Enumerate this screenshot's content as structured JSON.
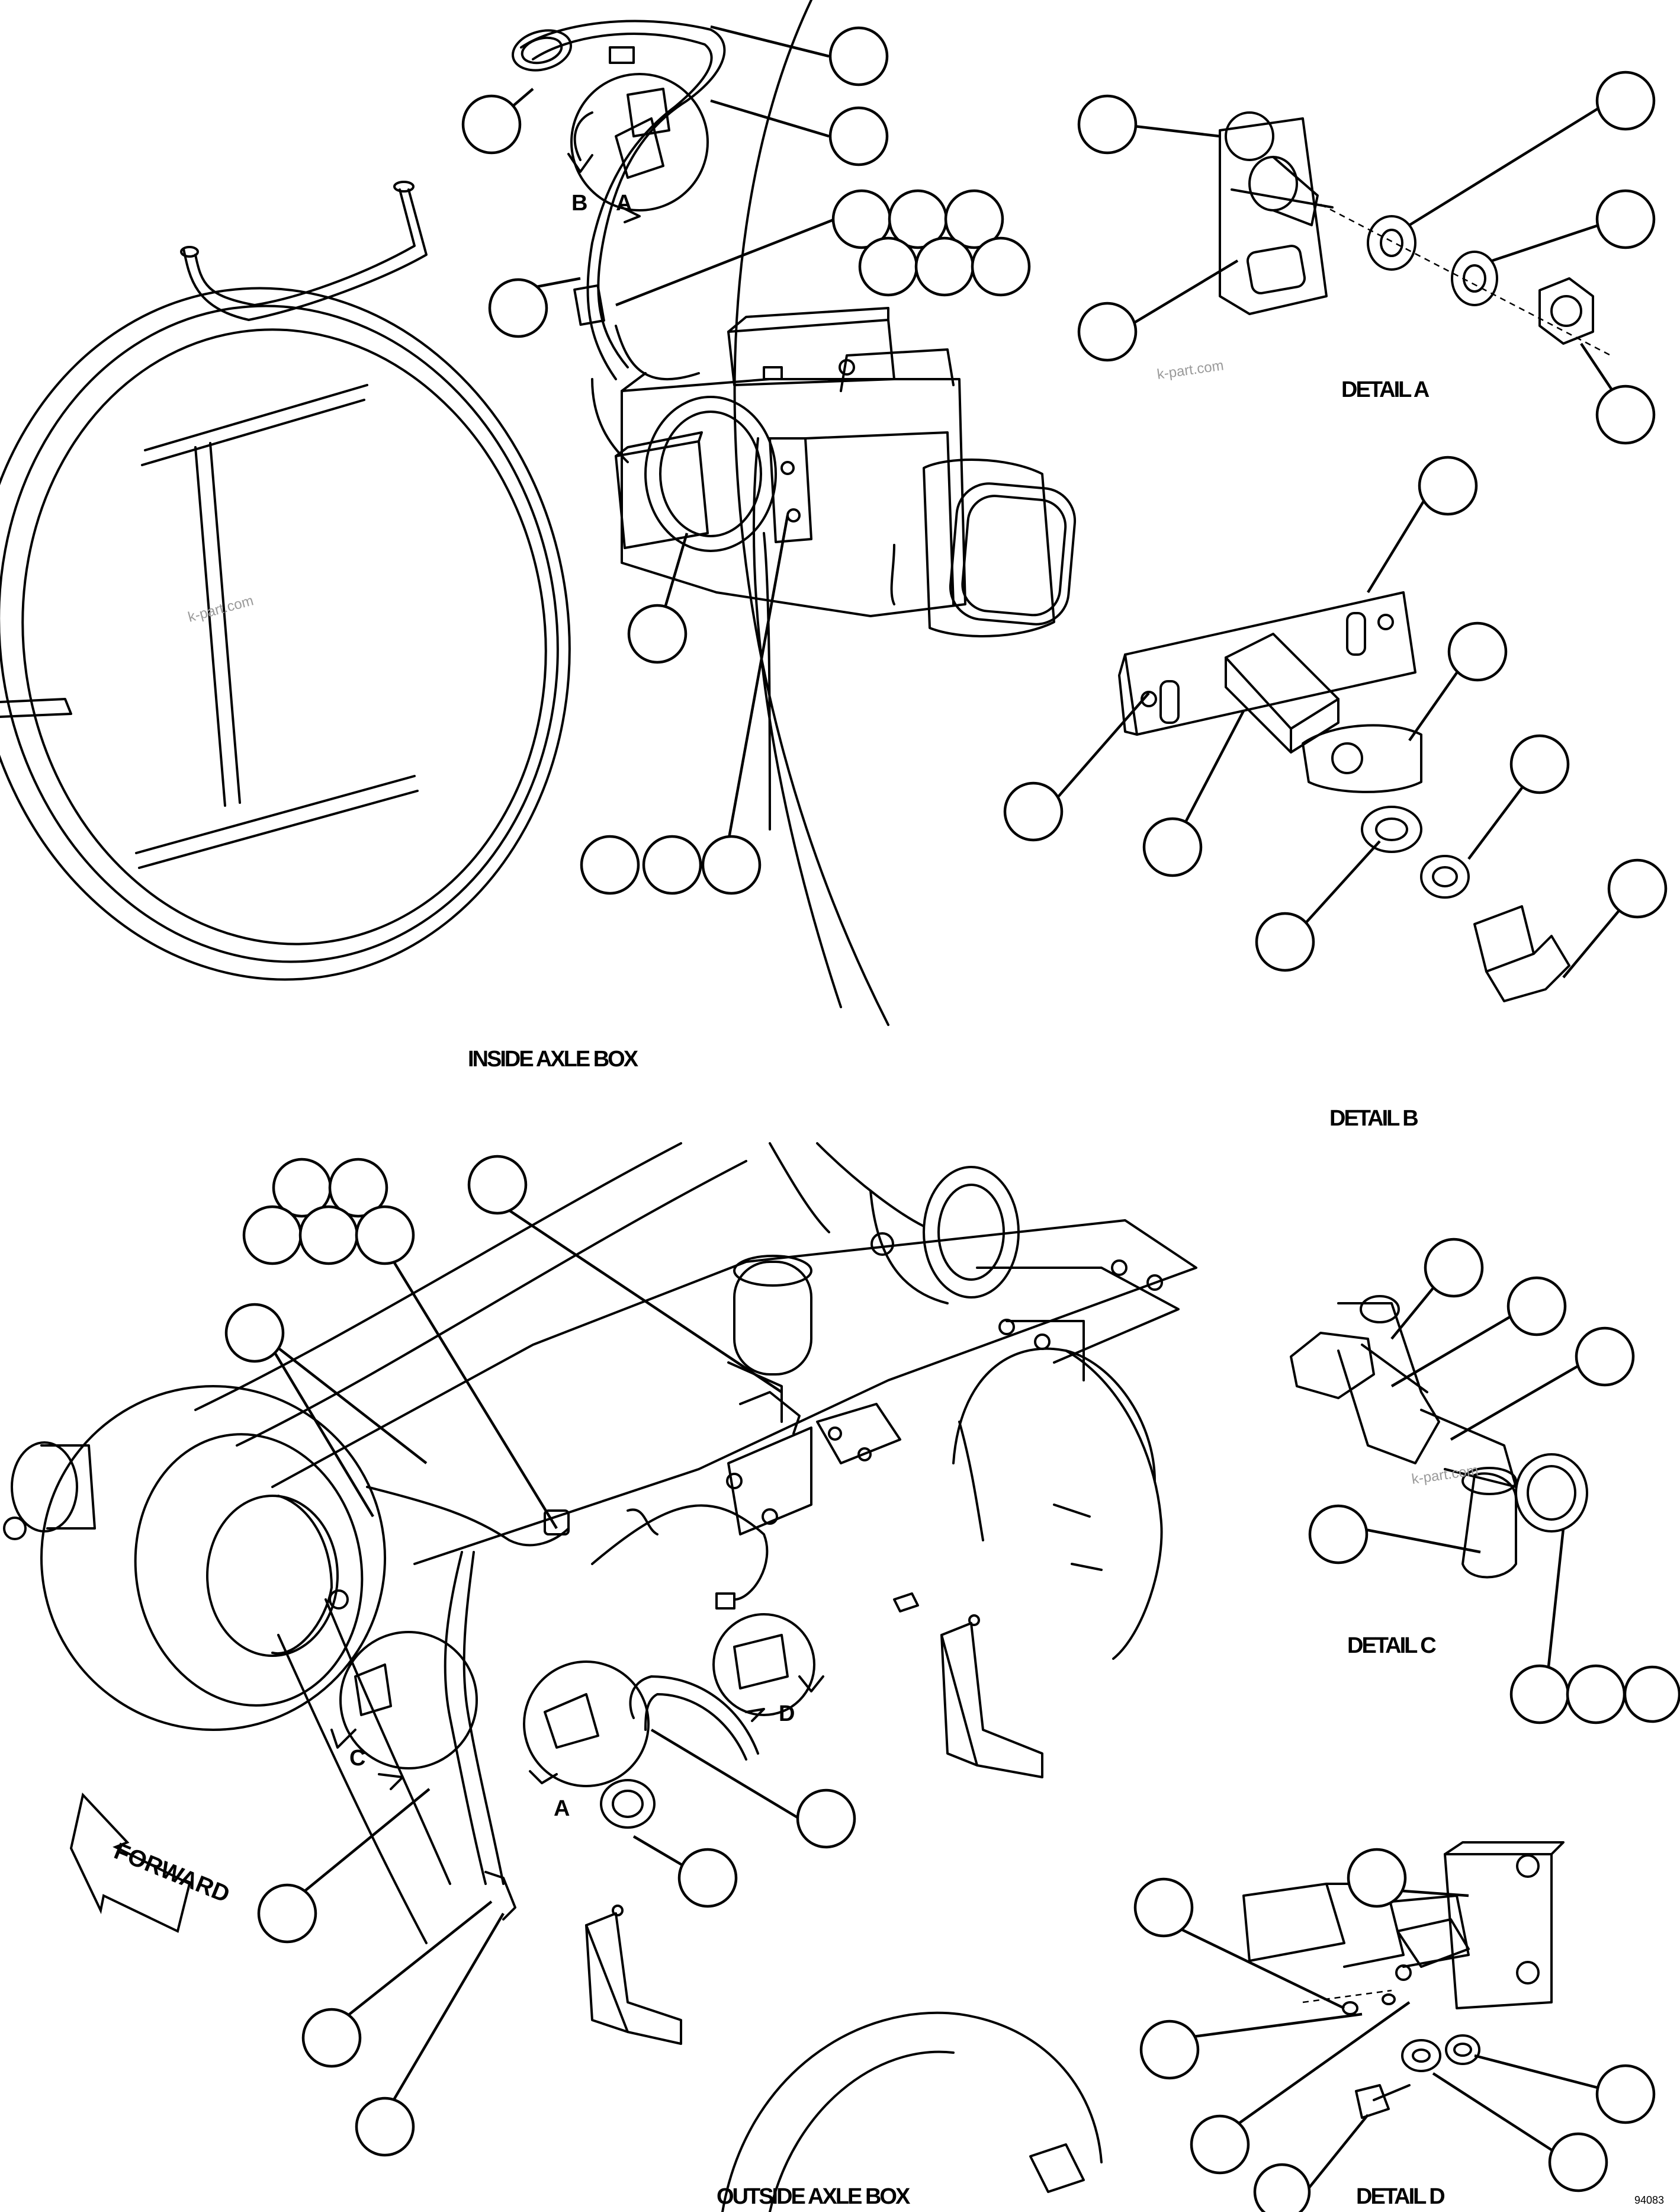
{
  "captions": {
    "inside_axle_box": "INSIDE AXLE BOX",
    "outside_axle_box": "OUTSIDE AXLE BOX",
    "detail_a": "DETAIL A",
    "detail_b": "DETAIL B",
    "detail_c": "DETAIL C",
    "detail_d": "DETAIL D"
  },
  "detail_letters": {
    "a_main": "A",
    "b_main": "B",
    "c_main": "C",
    "d_main": "D",
    "a_inside": "A"
  },
  "arrow_label": "FORWARD",
  "watermark": "k-part.com",
  "drawing_number": "94083",
  "callout_numbers": "blank"
}
